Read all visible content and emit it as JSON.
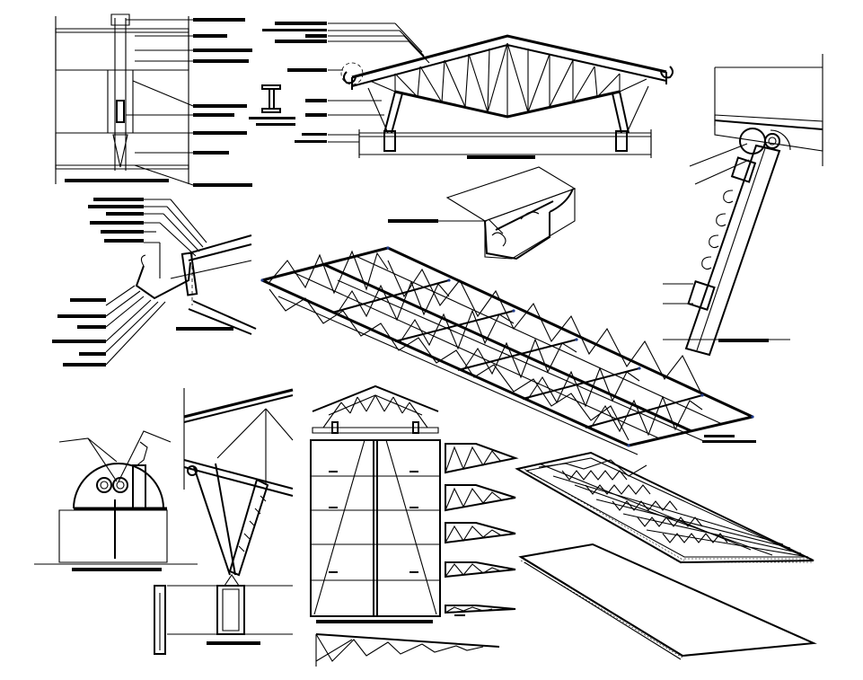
{
  "sheet": {
    "description_text": [],
    "stroke_color": "#000000",
    "background_color": "#ffffff"
  },
  "views": [
    {
      "name": "wall-section-detail",
      "label": ""
    },
    {
      "name": "truss-elevation",
      "label": ""
    },
    {
      "name": "column-bearing-detail",
      "label": ""
    },
    {
      "name": "gutter-isometric",
      "label": ""
    },
    {
      "name": "eave-gutter-section",
      "label": ""
    },
    {
      "name": "roof-truss-isometric",
      "label": ""
    },
    {
      "name": "anchor-base-detail",
      "label": ""
    },
    {
      "name": "strut-connection-detail",
      "label": ""
    },
    {
      "name": "roof-plan-and-elevation",
      "label": ""
    },
    {
      "name": "truss-variants",
      "label": ""
    },
    {
      "name": "roof-structure-isometric",
      "label": ""
    },
    {
      "name": "roof-sheeting-isometric",
      "label": ""
    }
  ]
}
